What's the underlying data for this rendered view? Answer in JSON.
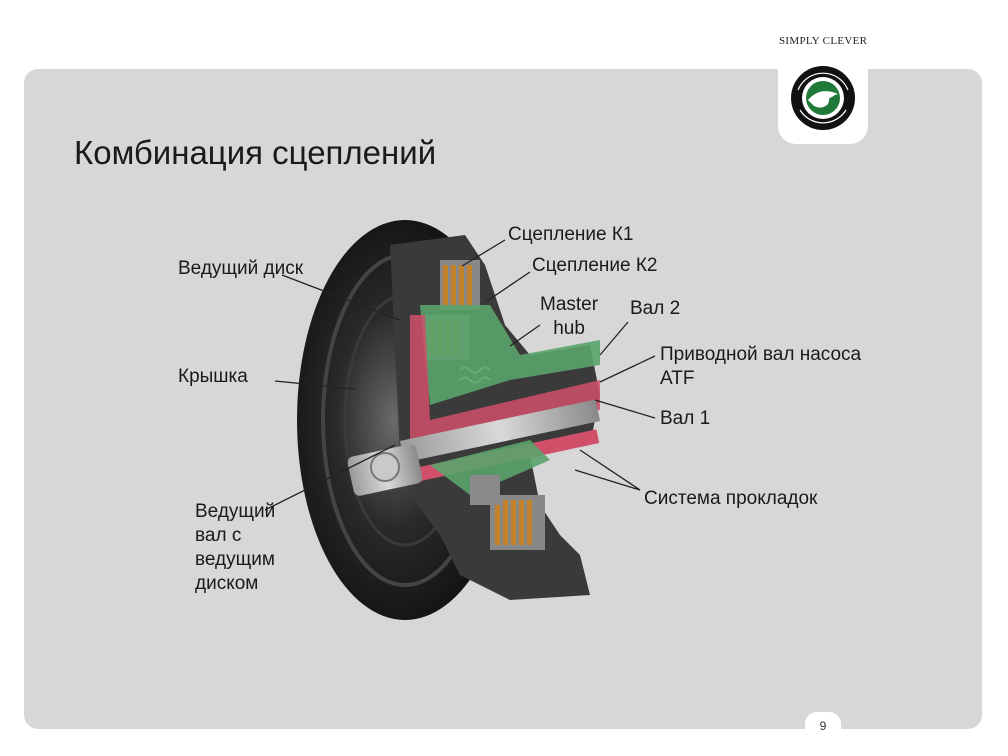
{
  "header": {
    "tagline": "SIMPLY CLEVER",
    "logo_icon": "skoda-logo-icon"
  },
  "slide": {
    "title": "Комбинация сцеплений",
    "page_number": "9"
  },
  "diagram": {
    "image_icon": "dual-clutch-cutaway-icon",
    "colors": {
      "red": "#d0506a",
      "green": "#5aa36c",
      "dark": "#1c1c1c",
      "gold": "#c2832a"
    },
    "labels": {
      "clutch_k1": "Сцепление К1",
      "clutch_k2": "Сцепление К2",
      "drive_disc": "Ведущий диск",
      "master_hub": "Master\nhub",
      "shaft_2": "Вал 2",
      "atf_pump_shaft": "Приводной вал насоса\nATF",
      "cover": "Крышка",
      "shaft_1": "Вал 1",
      "seal_system": "Система прокладок",
      "drive_shaft": "Ведущий\nвал с\nведущим\nдиском"
    }
  }
}
